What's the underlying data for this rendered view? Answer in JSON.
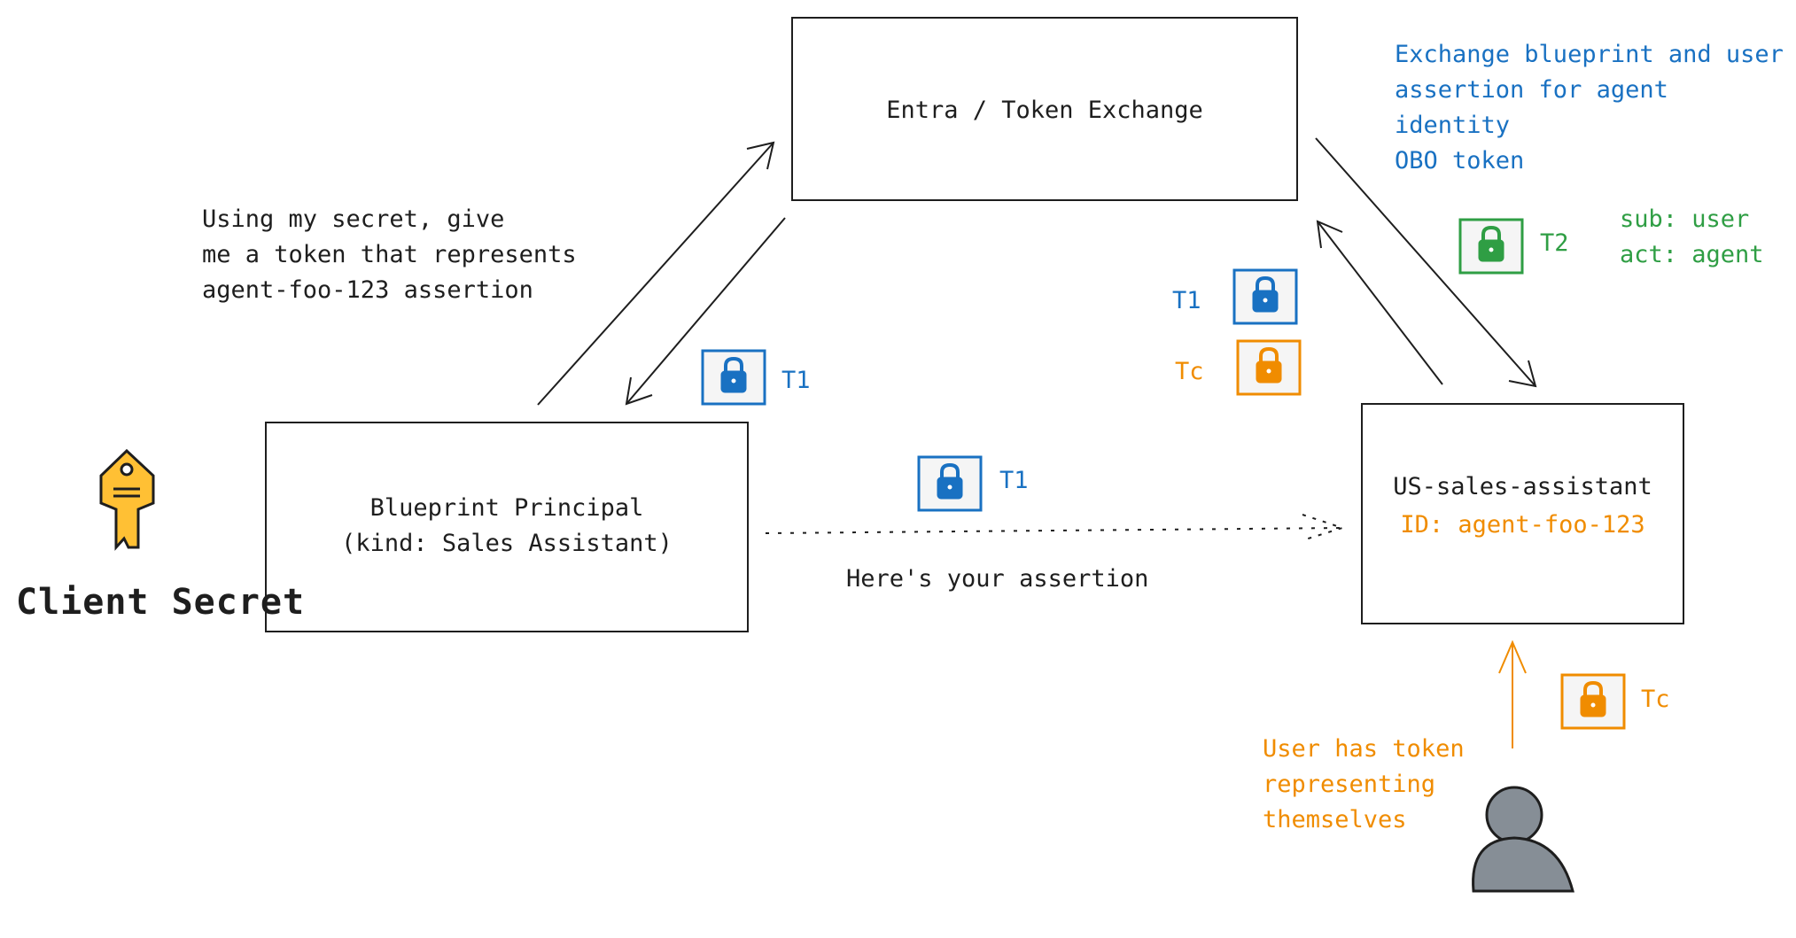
{
  "nodes": {
    "entra": {
      "label": "Entra / Token Exchange"
    },
    "blueprint": {
      "line1": "Blueprint Principal",
      "line2": "(kind: Sales Assistant)"
    },
    "agent": {
      "label": "US-sales-assistant",
      "id_label": "ID: agent-foo-123"
    }
  },
  "annotations": {
    "request_note": "Using my secret, give\nme a token that represents\nagent-foo-123 assertion",
    "exchange_note": "Exchange blueprint and user\nassertion for agent identity\nOBO token",
    "sub_act": "sub: user\nact: agent",
    "assertion_note": "Here's your assertion",
    "user_note": "User has token\nrepresenting\nthemselves",
    "client_secret": "Client Secret"
  },
  "tokens": {
    "t1": "T1",
    "t2": "T2",
    "tc": "Tc"
  },
  "colors": {
    "black": "#1e1e1e",
    "blue": "#1971c2",
    "green": "#2f9e44",
    "orange": "#f08c00",
    "key_fill": "#ffc034",
    "user_fill": "#868e96"
  },
  "icons": [
    "lock-icon",
    "key-icon",
    "user-icon"
  ]
}
